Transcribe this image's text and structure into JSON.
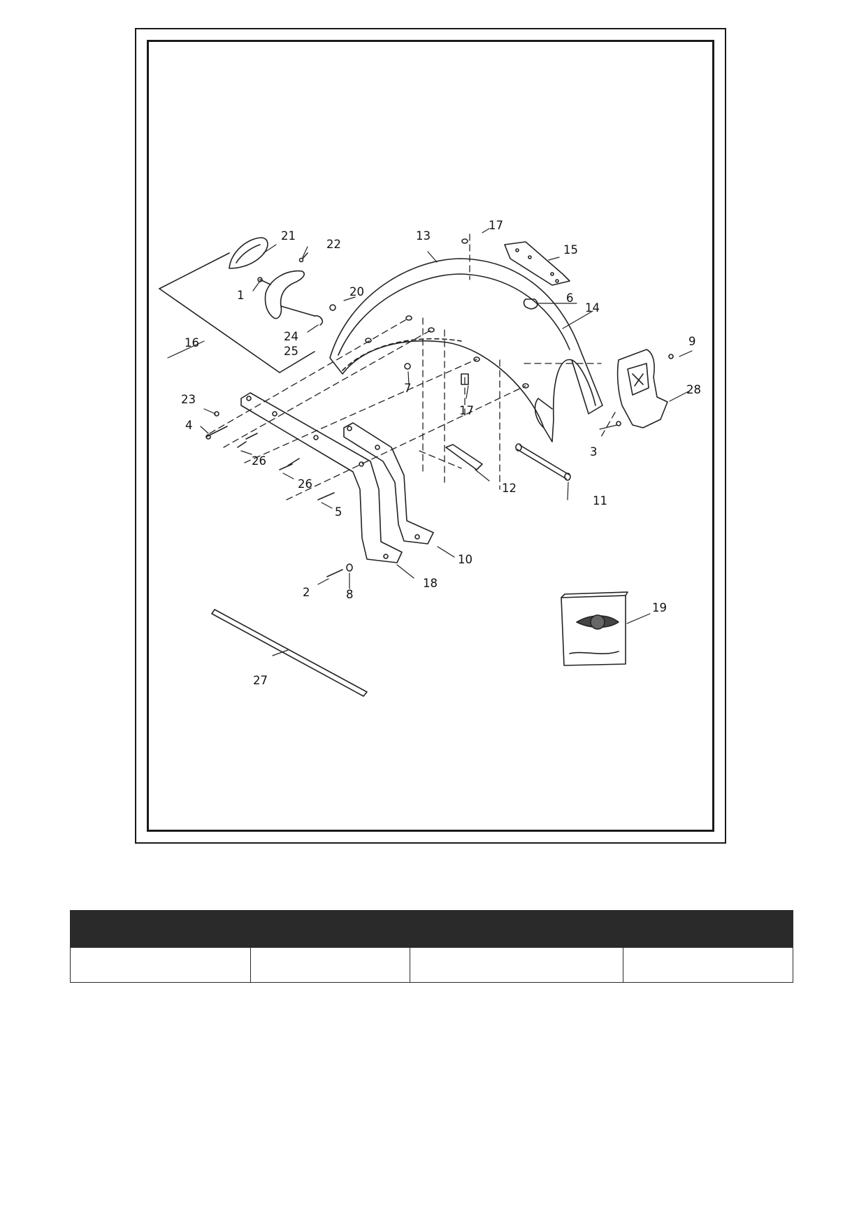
{
  "diagram": {
    "callouts": {
      "c1": "1",
      "c2": "2",
      "c3": "3",
      "c4": "4",
      "c5": "5",
      "c6": "6",
      "c7": "7",
      "c8": "8",
      "c9": "9",
      "c10": "10",
      "c11": "11",
      "c12": "12",
      "c13": "13",
      "c14": "14",
      "c15": "15",
      "c16": "16",
      "c17a": "17",
      "c17b": "17",
      "c18": "18",
      "c19": "19",
      "c20": "20",
      "c21": "21",
      "c22": "22",
      "c23": "23",
      "c24": "24",
      "c25": "25",
      "c26a": "26",
      "c26b": "26",
      "c27": "27",
      "c28": "28"
    }
  },
  "parts_table": {
    "headers": [
      "",
      "",
      "",
      ""
    ],
    "rows": [
      [
        "",
        "",
        "",
        ""
      ]
    ]
  }
}
